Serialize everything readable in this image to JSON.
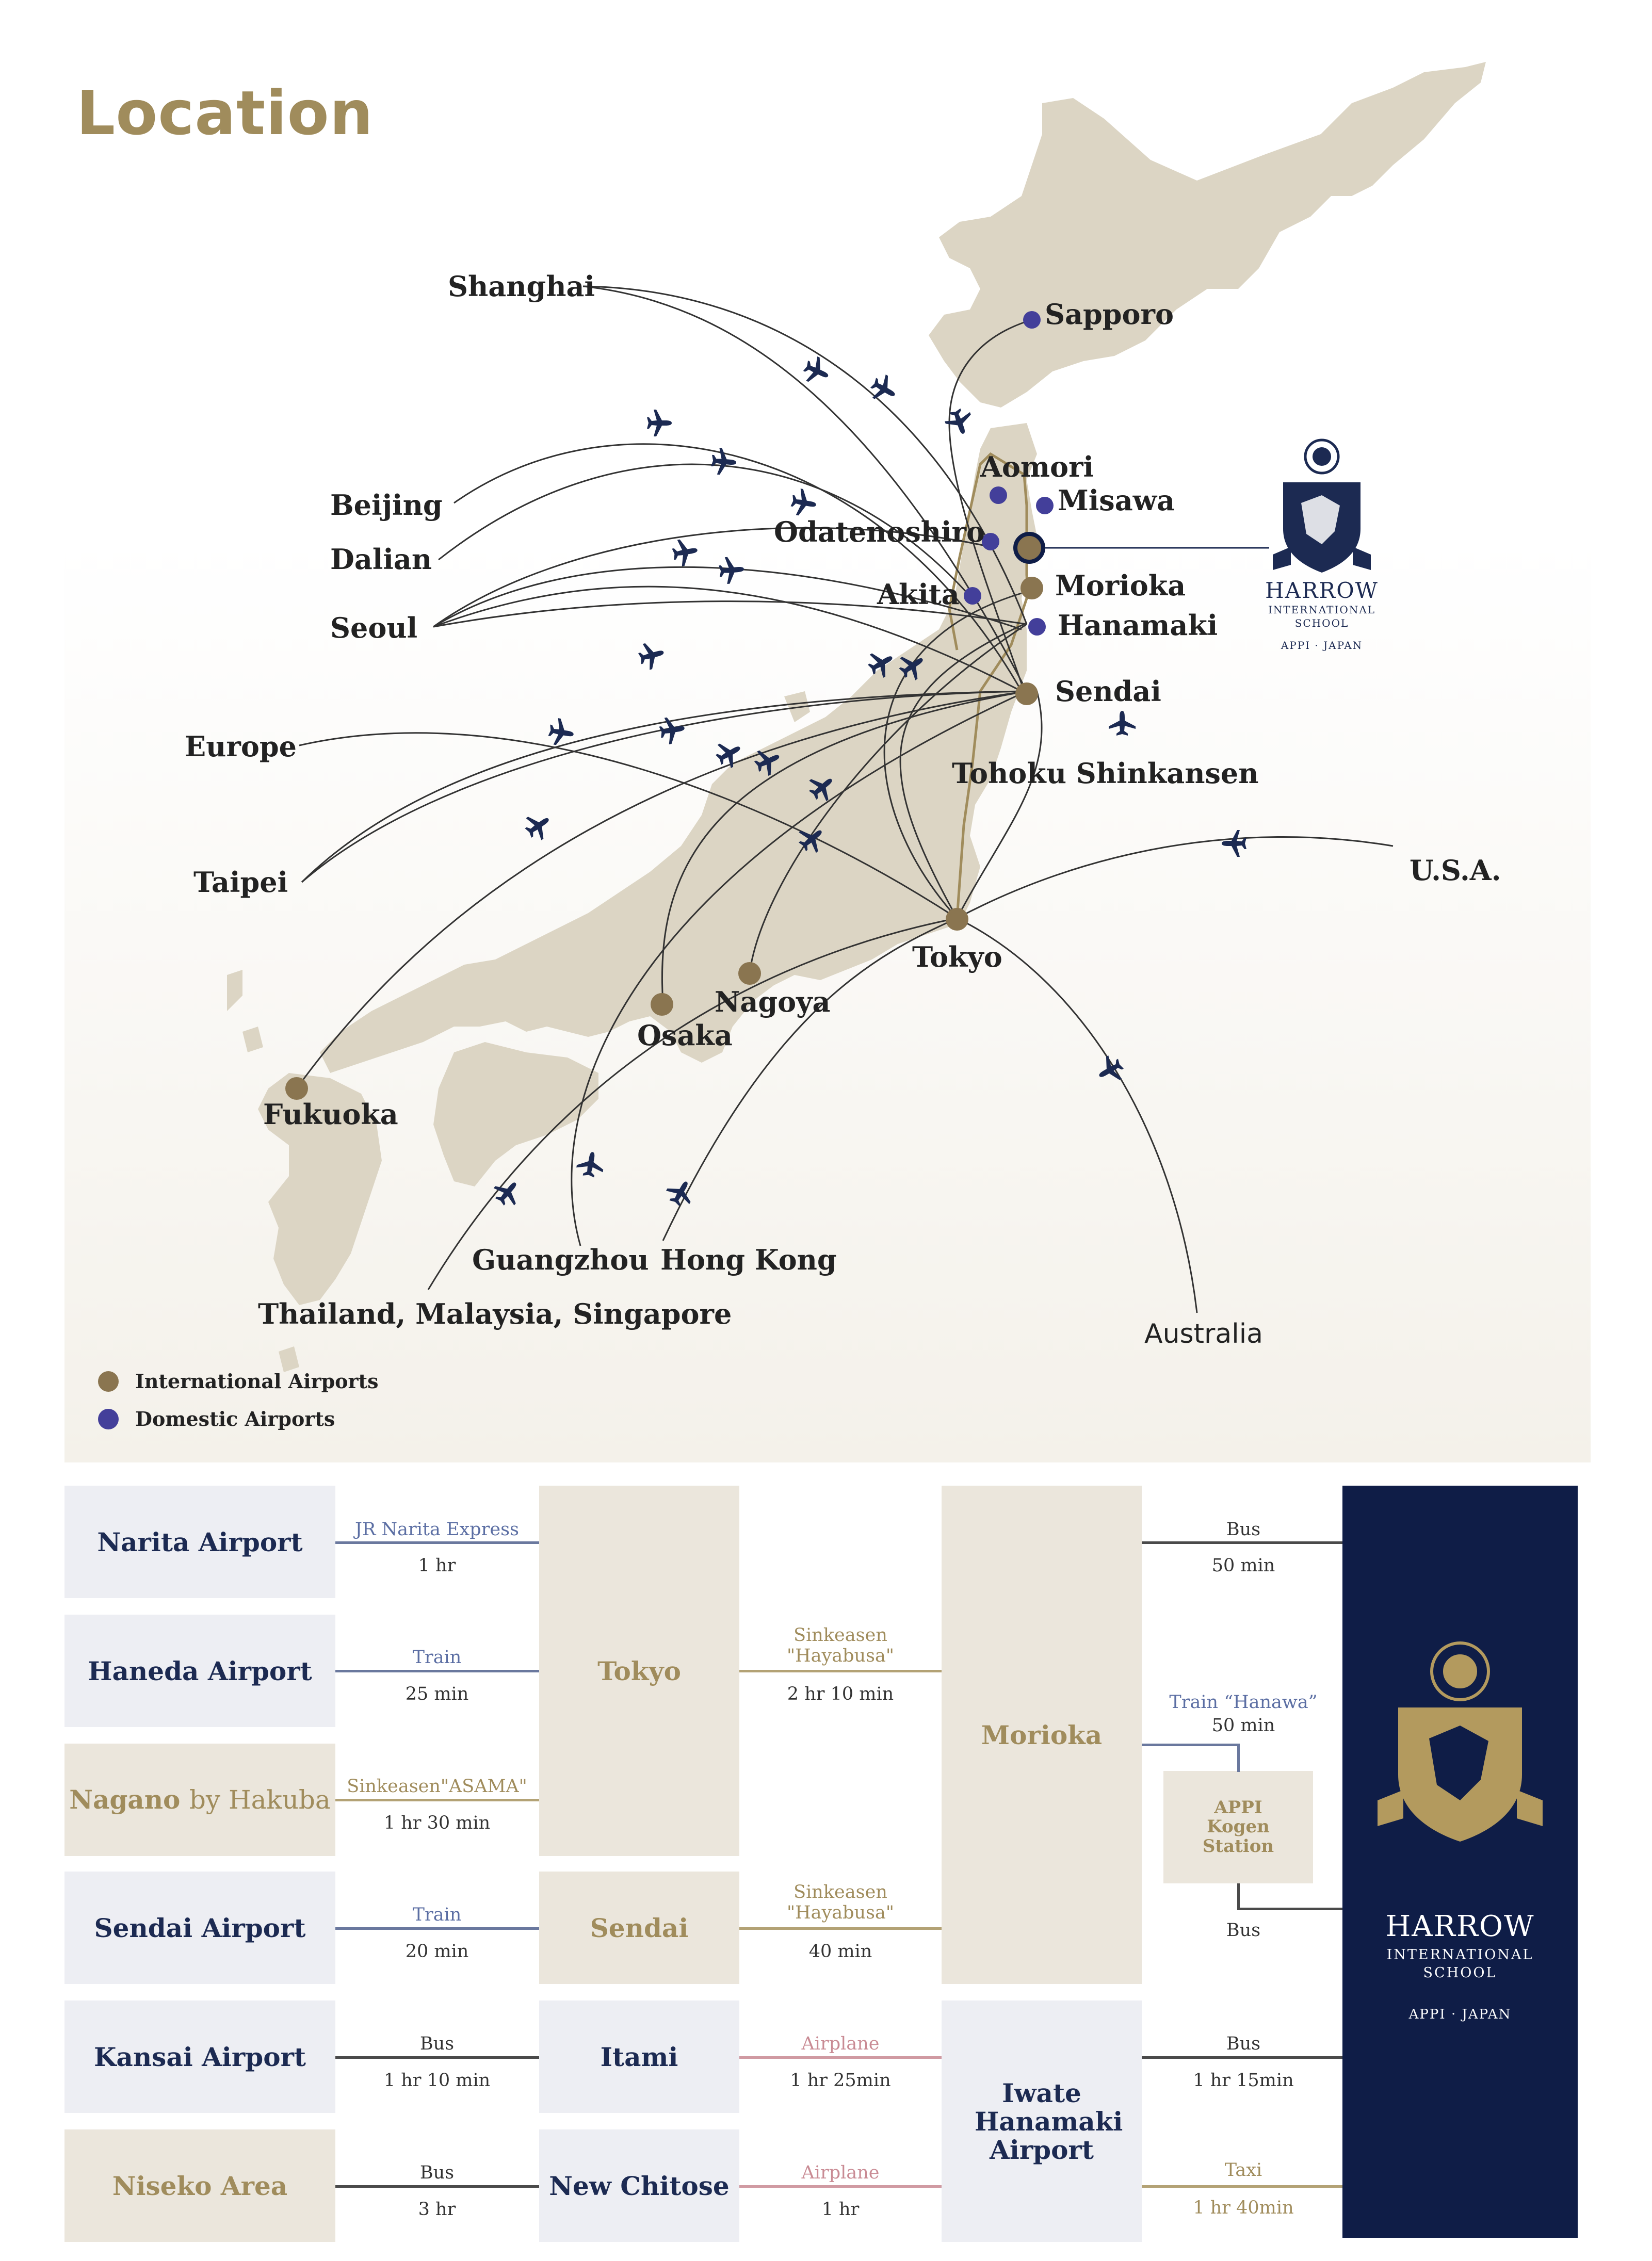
{
  "page": {
    "title": "Location"
  },
  "colors": {
    "international": "#8a7550",
    "domestic": "#433f9a",
    "land": "#dcd5c4",
    "route": "#333333",
    "shinkansen": "#a08c5c",
    "plane": "#1c2a52"
  },
  "map": {
    "origin_labels": [
      "Shanghai",
      "Beijing",
      "Dalian",
      "Seoul",
      "Europe",
      "Taipei",
      "U.S.A.",
      "Guangzhou",
      "Hong Kong",
      "Thailand, Malaysia, Singapore",
      "Australia"
    ],
    "airport_labels": [
      "Sapporo",
      "Aomori",
      "Misawa",
      "Odatenoshiro",
      "Morioka",
      "Akita",
      "Hanamaki",
      "Sendai",
      "Tokyo",
      "Nagoya",
      "Osaka",
      "Fukuoka"
    ],
    "line_label": "Tohoku Shinkansen"
  },
  "legend": {
    "international": "International Airports",
    "domestic": "Domestic Airports"
  },
  "school": {
    "name": "HARROW",
    "line1": "INTERNATIONAL",
    "line2": "SCHOOL",
    "location": "APPI · JAPAN"
  },
  "routes": {
    "origins": {
      "narita": "Narita Airport",
      "haneda": "Haneda Airport",
      "nagano": "Nagano",
      "nagano_suffix": "by Hakuba",
      "sendai_airport": "Sendai Airport",
      "kansai": "Kansai Airport",
      "niseko": "Niseko Area"
    },
    "hubs": {
      "tokyo": "Tokyo",
      "sendai": "Sendai",
      "itami": "Itami",
      "new_chitose": "New Chitose",
      "morioka": "Morioka",
      "hanamaki": "Iwate Hanamaki Airport",
      "appi": "APPI Kogen Station"
    },
    "legs": {
      "narita_mode": "JR Narita Express",
      "narita_time": "1 hr",
      "haneda_mode": "Train",
      "haneda_time": "25 min",
      "nagano_mode": "Sinkeasen\"ASAMA\"",
      "nagano_time": "1 hr 30 min",
      "sendai_mode": "Train",
      "sendai_time": "20 min",
      "kansai_mode": "Bus",
      "kansai_time": "1 hr 10 min",
      "niseko_mode": "Bus",
      "niseko_time": "3 hr",
      "tokyo_mode": "Sinkeasen \"Hayabusa\"",
      "tokyo_time": "2 hr 10 min",
      "sendai2_mode": "Sinkeasen \"Hayabusa\"",
      "sendai2_time": "40 min",
      "itami_mode": "Airplane",
      "itami_time": "1 hr 25min",
      "chitose_mode": "Airplane",
      "chitose_time": "1 hr",
      "morioka_bus_mode": "Bus",
      "morioka_bus_time": "50 min",
      "hanawa_mode": "Train “Hanawa”",
      "hanawa_time": "50 min",
      "appi_mode": "Bus",
      "hanamaki_bus_mode": "Bus",
      "hanamaki_bus_time": "1 hr 15min",
      "taxi_mode": "Taxi",
      "taxi_time": "1 hr 40min"
    }
  }
}
